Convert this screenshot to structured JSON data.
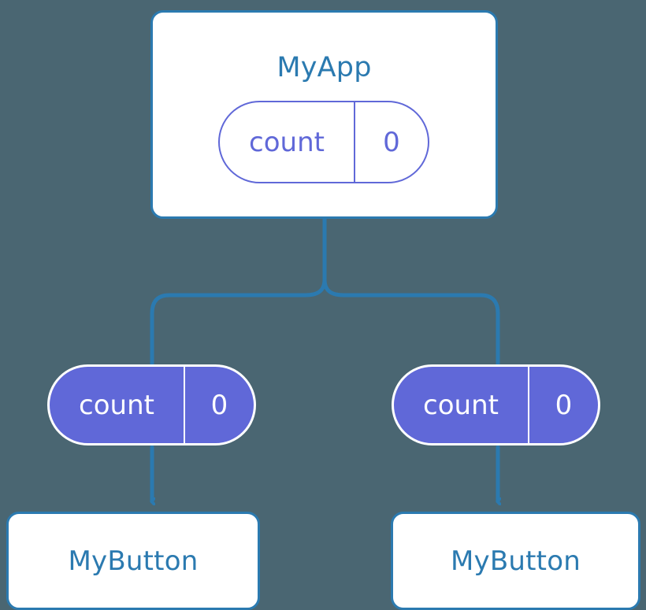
{
  "diagram": {
    "title_hidden": "",
    "background_color": "#4a6672",
    "accent_blue": "#2b7ab0",
    "accent_purple": "#6068d8",
    "white": "#ffffff"
  },
  "root": {
    "name": "MyApp",
    "state_pill": {
      "key": "count",
      "value": "0",
      "style": "outline"
    }
  },
  "branches": [
    {
      "side": "left",
      "prop_pill": {
        "key": "count",
        "value": "0",
        "style": "filled"
      },
      "child": {
        "name": "MyButton"
      }
    },
    {
      "side": "right",
      "prop_pill": {
        "key": "count",
        "value": "0",
        "style": "filled"
      },
      "child": {
        "name": "MyButton"
      }
    }
  ],
  "connectors": {
    "trunk_label": "state-flows-down",
    "arrow_label": "prop-to-child-arrow"
  }
}
